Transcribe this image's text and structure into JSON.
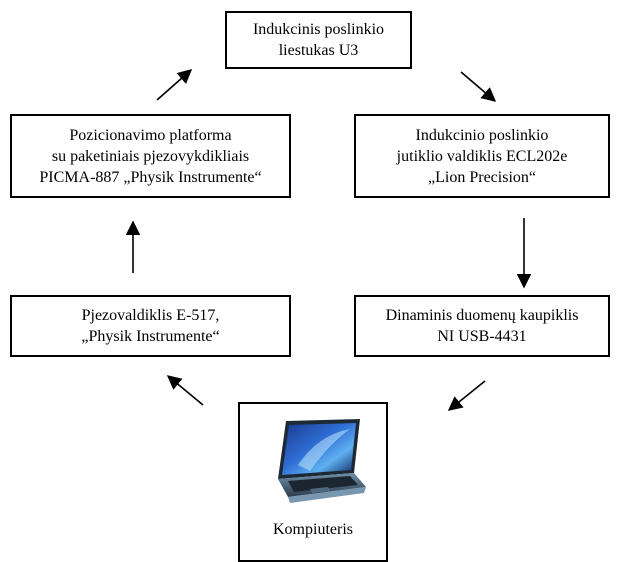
{
  "nodes": {
    "sensor": {
      "lines": [
        "Indukcinis poslinkio",
        "liestukas U3"
      ]
    },
    "driver": {
      "lines": [
        "Indukcinio poslinkio",
        "jutiklio valdiklis ECL202e",
        "„Lion Precision“"
      ]
    },
    "daq": {
      "lines": [
        "Dinaminis duomenų kaupiklis",
        "NI USB-4431"
      ]
    },
    "computer": {
      "label": "Kompiuteris",
      "image": "laptop-image"
    },
    "piezo_controller": {
      "lines": [
        "Pjezovaldiklis E-517,",
        "„Physik Instrumente“"
      ]
    },
    "platform": {
      "lines": [
        "Pozicionavimo platforma",
        "su paketiniais pjezovykdikliais",
        "PICMA-887 „Physik Instrumente“"
      ]
    }
  },
  "edges": [
    {
      "from": "sensor",
      "to": "driver"
    },
    {
      "from": "driver",
      "to": "daq"
    },
    {
      "from": "daq",
      "to": "computer"
    },
    {
      "from": "computer",
      "to": "piezo_controller"
    },
    {
      "from": "piezo_controller",
      "to": "platform"
    },
    {
      "from": "platform",
      "to": "sensor"
    }
  ]
}
